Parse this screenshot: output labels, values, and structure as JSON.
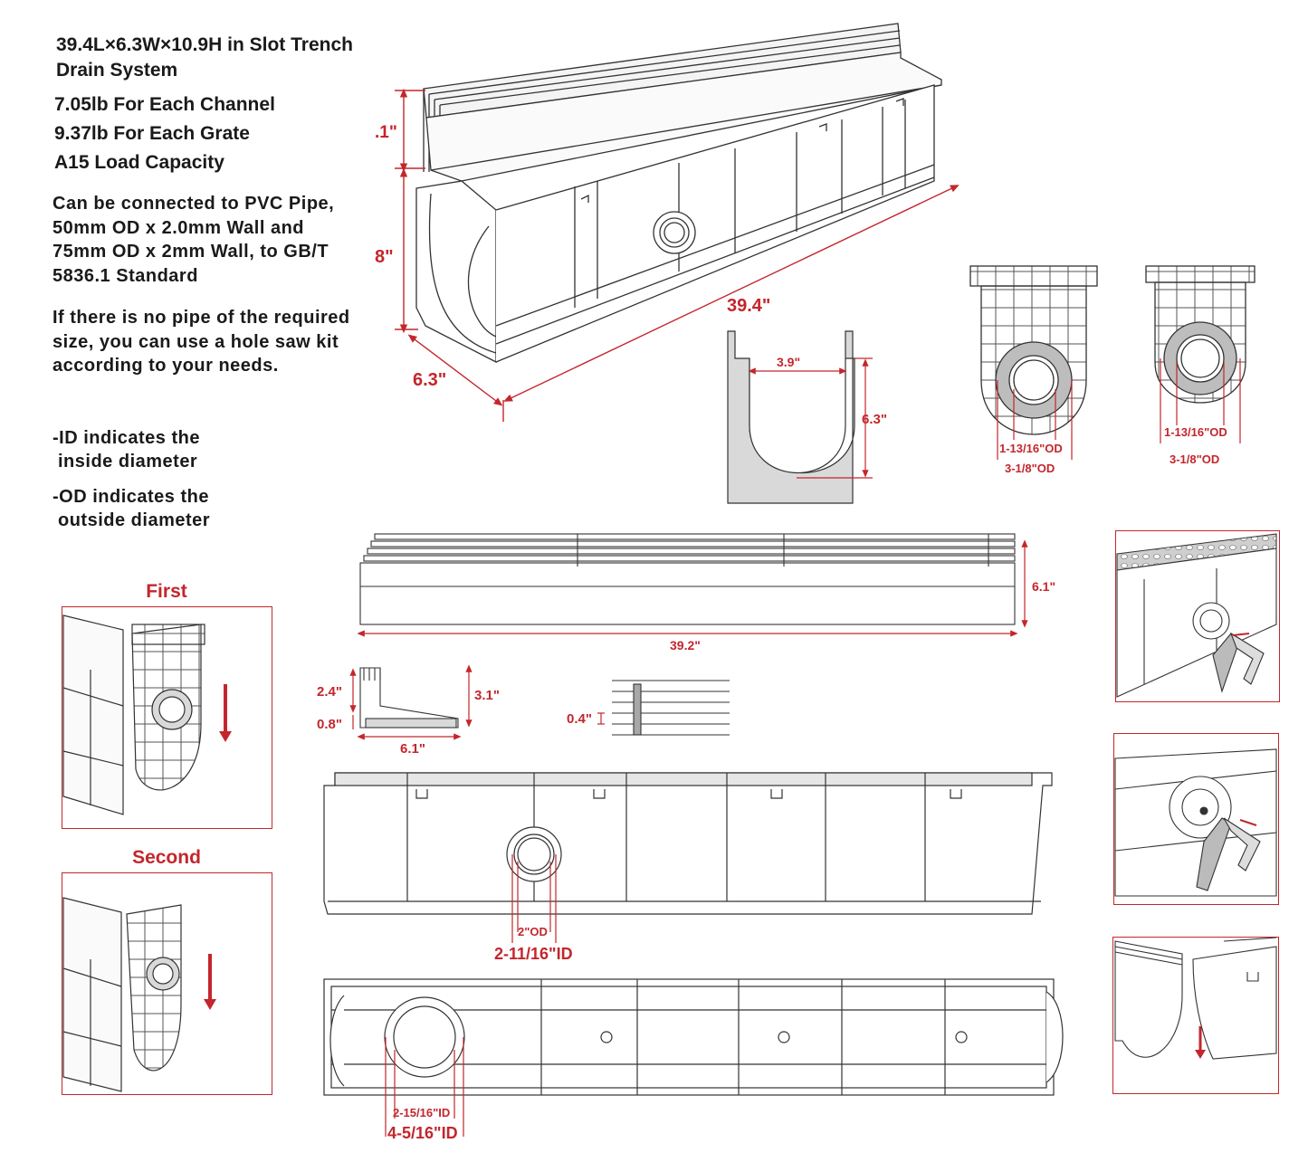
{
  "specs": {
    "title": "39.4L×6.3W×10.9H in Slot Trench Drain System",
    "channel_weight": "7.05lb For Each Channel",
    "grate_weight": "9.37lb For Each Grate",
    "load_capacity": "A15 Load Capacity",
    "pvc_note": "Can be connected to PVC Pipe, 50mm OD x 2.0mm Wall and 75mm OD x 2mm Wall, to GB/T 5836.1 Standard",
    "hole_saw_note": "If there is no pipe of the required size, you can use a hole saw kit according to your needs.",
    "id_note_1": "-ID indicates the",
    "id_note_2": "inside diameter",
    "od_note_1": "-OD indicates the",
    "od_note_2": "outside diameter"
  },
  "steps": {
    "first": "First",
    "second": "Second"
  },
  "dimensions": {
    "iso_grate_height": ".1\"",
    "iso_channel_height": "8\"",
    "iso_length": "39.4\"",
    "iso_width": "6.3\"",
    "section_inner_width": "3.9\"",
    "section_height": "6.3\"",
    "end_large_od": "1-13/16\"OD",
    "end_large_outer": "3-1/8\"OD",
    "end_small_od": "1-13/16\"OD",
    "end_small_outer": "3-1/8\"OD",
    "grate_height": "6.1\"",
    "grate_length": "39.2\"",
    "grate_profile_slot": "2.4\"",
    "grate_profile_base": "0.8\"",
    "grate_profile_height": "3.1\"",
    "grate_profile_width": "6.1\"",
    "slot_spacing": "0.4\"",
    "side_outlet_od": "2\"OD",
    "side_outlet_id": "2-11/16\"ID",
    "bottom_outlet_inner": "2-15/16\"ID",
    "bottom_outlet_outer": "4-5/16\"ID"
  },
  "colors": {
    "accent": "#c3262c",
    "line": "#333333",
    "fill": "#d9d9d9"
  }
}
